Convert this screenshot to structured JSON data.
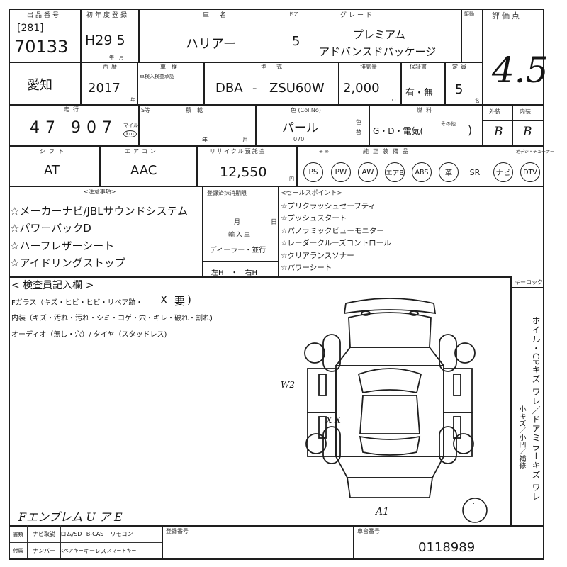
{
  "row1": {
    "lbl_exhibit_no": "出品番号",
    "lot_bracket": "[281]",
    "lot_no": "70133",
    "lbl_first_reg": "初年度登録",
    "first_reg": "H29 5",
    "lbl_year_month": "年　月",
    "lbl_model": "車　名",
    "model": "ハリアー",
    "lbl_doors": "ドア",
    "doors": "5",
    "lbl_grade": "グレード",
    "grade_line1": "プレミアム",
    "grade_line2": "アドバンスドパッケージ",
    "lbl_drive": "駆動",
    "lbl_score": "評価点",
    "score": "4.5"
  },
  "row2": {
    "region": "愛知",
    "lbl_model_year": "西暦",
    "model_year": "2017",
    "lbl_year": "年",
    "lbl_inspection": "車　検",
    "inspection_note": "車検入検查承認",
    "lbl_type": "型　式",
    "type_prefix": "DBA",
    "type_dash": "-",
    "type_code": "ZSU60W",
    "lbl_displacement": "排気量",
    "displacement": "2,000",
    "unit_cc": "cc",
    "lbl_warranty": "保証書",
    "warranty": "有・無",
    "lbl_capacity": "定員",
    "capacity": "5",
    "unit_person": "名"
  },
  "row3": {
    "lbl_mileage": "走行",
    "mileage_a": "47",
    "mileage_b": "907",
    "mileage_unit": "マイル",
    "mileage_km": "km",
    "lbl_s": "S等",
    "lbl_load": "積　載",
    "lbl_year": "年",
    "lbl_month": "月",
    "lbl_color": "色 (Col.No)",
    "color": "パール",
    "color_no": "070",
    "lbl_color_change": "色替",
    "lbl_fuel": "燃料",
    "fuel": "G・D・電気(",
    "fuel_other": "その他",
    "fuel_close": ")",
    "lbl_exterior": "外装",
    "exterior": "B",
    "lbl_interior": "内装",
    "interior": "B"
  },
  "row4": {
    "lbl_shift": "シフト",
    "shift": "AT",
    "lbl_ac": "エアコン",
    "ac": "AAC",
    "lbl_recycle": "リサイクル預託金",
    "recycle": "12,550",
    "unit_yen": "円",
    "lbl_equipment": "純正装備品",
    "lbl_equip_note": "※ ※",
    "lbl_dtv": "地デジ・チューナー",
    "equipment": [
      "PS",
      "PW",
      "AW",
      "エアB",
      "ABS",
      "革"
    ],
    "equipment_plain": [
      "SR"
    ],
    "equipment_more": [
      "ナビ",
      "DTV"
    ]
  },
  "notes": {
    "title": "<注意事項>",
    "items": [
      "☆メーカーナビ/JBLサウンドシステム",
      "☆パワーバックD",
      "☆ハーフレザーシート",
      "☆アイドリングストップ"
    ]
  },
  "center": {
    "lbl_reg_date": "登録済抹消期限",
    "lbl_month": "月",
    "lbl_day": "日",
    "lbl_import": "輸入車",
    "import": "ディーラー・並行",
    "steering": "左H　・　右H"
  },
  "sales": {
    "title": "<セールスポイント>",
    "items": [
      "☆プリクラッシュセーフティ",
      "☆プッシュスタート",
      "☆パノラミックビューモニター",
      "☆レーダークルーズコントロール",
      "☆クリアランスソナー",
      "☆パワーシート"
    ]
  },
  "inspection": {
    "title": "< 検査員記入欄 >",
    "glass": "Fガラス（キズ・ヒビ・ヒビ・リペア跡・",
    "glass_x": "X",
    "glass_req": "要",
    "glass_close": ")",
    "interior": "内装（キズ・汚れ・汚れ・シミ・コゲ・穴・キレ・破れ・割れ)",
    "audio": "オーディオ（無し・穴）/ タイヤ（スタッドレス)",
    "key_lock": "キーロック",
    "side_text": "ホイル・CPキズ ワレ／ドアミラーキズ ワレ",
    "side_col2": "小キズ／小凹／補修",
    "mark_w2": "W2",
    "mark_xx": "X X",
    "mark_a1": "A1",
    "handwritten_note": "Fエンブレム U ア E"
  },
  "bottom": {
    "labels_row1": [
      "ナビ取説",
      "ロム/SD",
      "B-CAS",
      "リモコン"
    ],
    "labels_row2": [
      "ナンバー",
      "スペアキー",
      "キーレス",
      "スマートキー"
    ],
    "mark_a": "書類",
    "mark_b": "付属",
    "lbl_reg_no": "登録番号",
    "lbl_chassis": "車台番号",
    "chassis": "0118989"
  }
}
